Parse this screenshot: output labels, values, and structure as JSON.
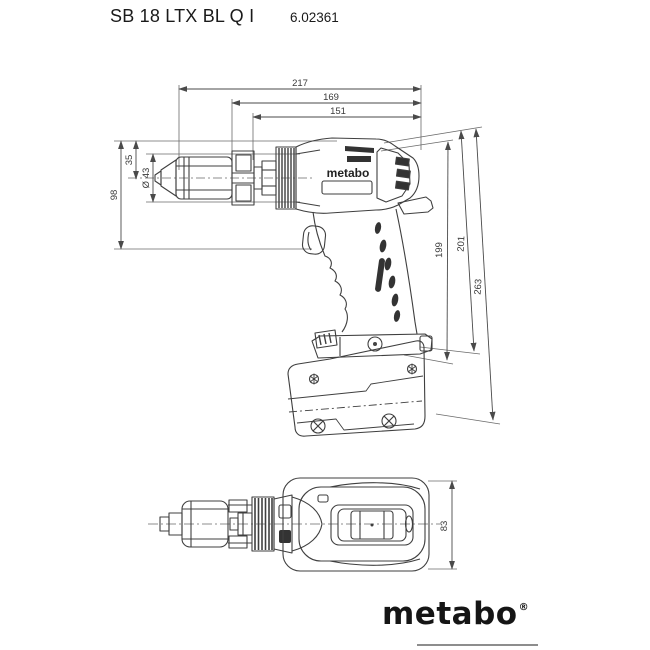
{
  "header": {
    "model": "SB 18 LTX BL Q I",
    "article_no": "6.02361"
  },
  "dims": {
    "total_length": "217",
    "body_length": "169",
    "front_length": "151",
    "front_height": "98",
    "top_to_axis": "35",
    "chuck_diameter": "Ø 43",
    "height_no_battery": "199",
    "height_mid": "201",
    "total_height": "263",
    "width": "83"
  },
  "tool": {
    "body_brand": "metabo"
  },
  "logo": {
    "brand": "metabo",
    "registered": "®"
  },
  "colors": {
    "line": "#3f3f3f",
    "dim_line": "#4a4a4a",
    "dark_fill": "#333333",
    "logo_text": "#151515",
    "logo_bar": "#8d8d8d",
    "background": "#ffffff"
  }
}
